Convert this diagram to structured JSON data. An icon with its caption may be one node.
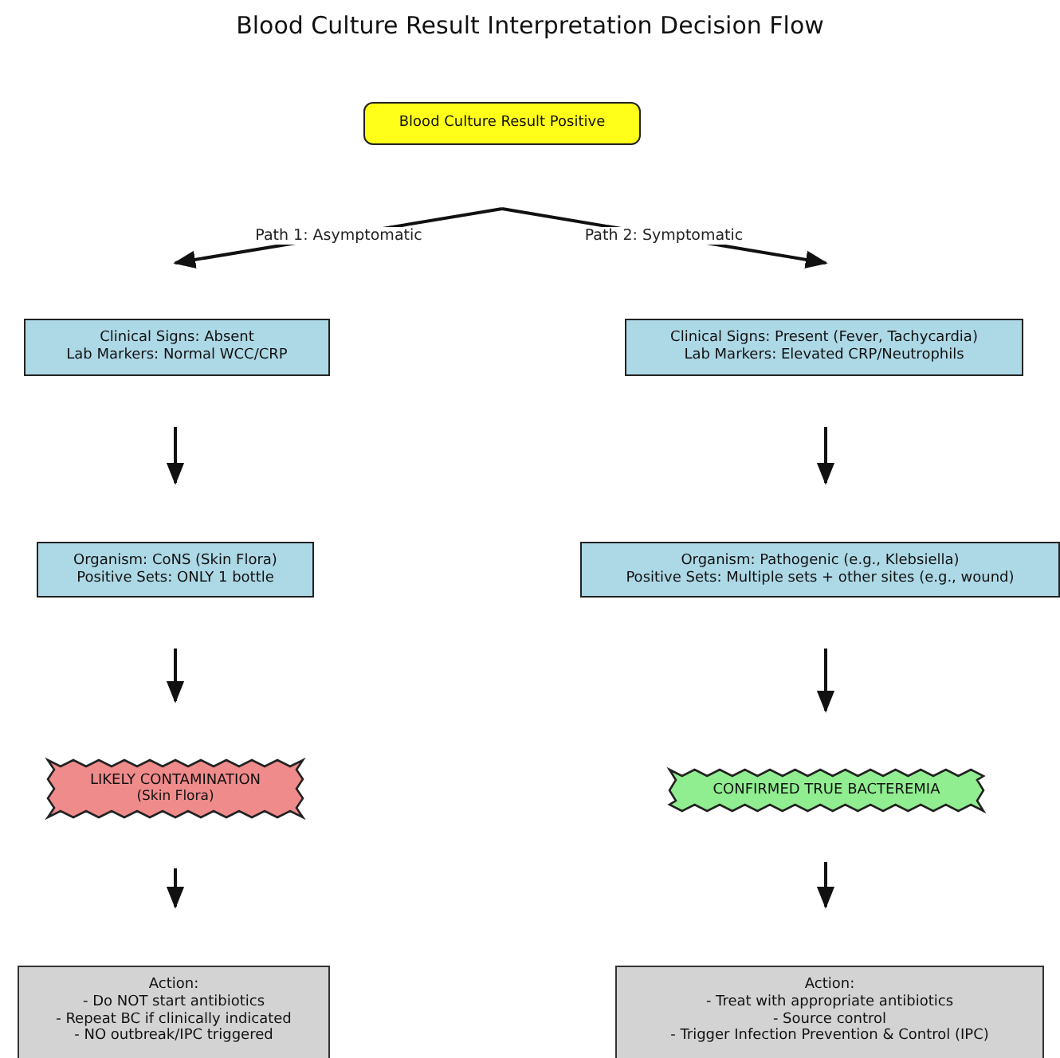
{
  "diagram": {
    "title": "Blood Culture Result Interpretation Decision Flow",
    "nodes": [
      {
        "text": [
          "Blood Culture Result Positive"
        ]
      },
      {
        "text": [
          "Clinical Signs: Absent",
          "Lab Markers: Normal WCC/CRP"
        ]
      },
      {
        "text": [
          "Clinical Signs: Present (Fever, Tachycardia)",
          "Lab Markers: Elevated CRP/Neutrophils"
        ]
      },
      {
        "text": [
          "Organism: CoNS (Skin Flora)",
          "Positive Sets: ONLY 1 bottle"
        ]
      },
      {
        "text": [
          "Organism: Pathogenic (e.g., Klebsiella)",
          "Positive Sets: Multiple sets + other sites (e.g., wound)"
        ]
      },
      {
        "text": [
          "LIKELY CONTAMINATION",
          "(Skin Flora)"
        ]
      },
      {
        "text": [
          "CONFIRMED TRUE BACTEREMIA"
        ]
      },
      {
        "text": [
          "Action:",
          "- Do NOT start antibiotics",
          "- Repeat BC if clinically indicated",
          "- NO outbreak/IPC triggered"
        ]
      },
      {
        "text": [
          "Action:",
          "- Treat with appropriate antibiotics",
          "- Source control",
          "- Trigger Infection Prevention & Control (IPC)"
        ]
      }
    ],
    "edges": [
      {
        "from": 0,
        "to": 1,
        "arrow": "to",
        "label": "Path 1: Asymptomatic"
      },
      {
        "from": 0,
        "to": 2,
        "arrow": "to",
        "label": "Path 2: Symptomatic"
      },
      {
        "from": 1,
        "to": 3,
        "arrow": "to"
      },
      {
        "from": 3,
        "to": 5,
        "arrow": "to"
      },
      {
        "from": 5,
        "to": 7,
        "arrow": "to"
      },
      {
        "from": 2,
        "to": 4,
        "arrow": "to"
      },
      {
        "from": 4,
        "to": 6,
        "arrow": "to"
      },
      {
        "from": 6,
        "to": 8,
        "arrow": "to"
      }
    ]
  }
}
